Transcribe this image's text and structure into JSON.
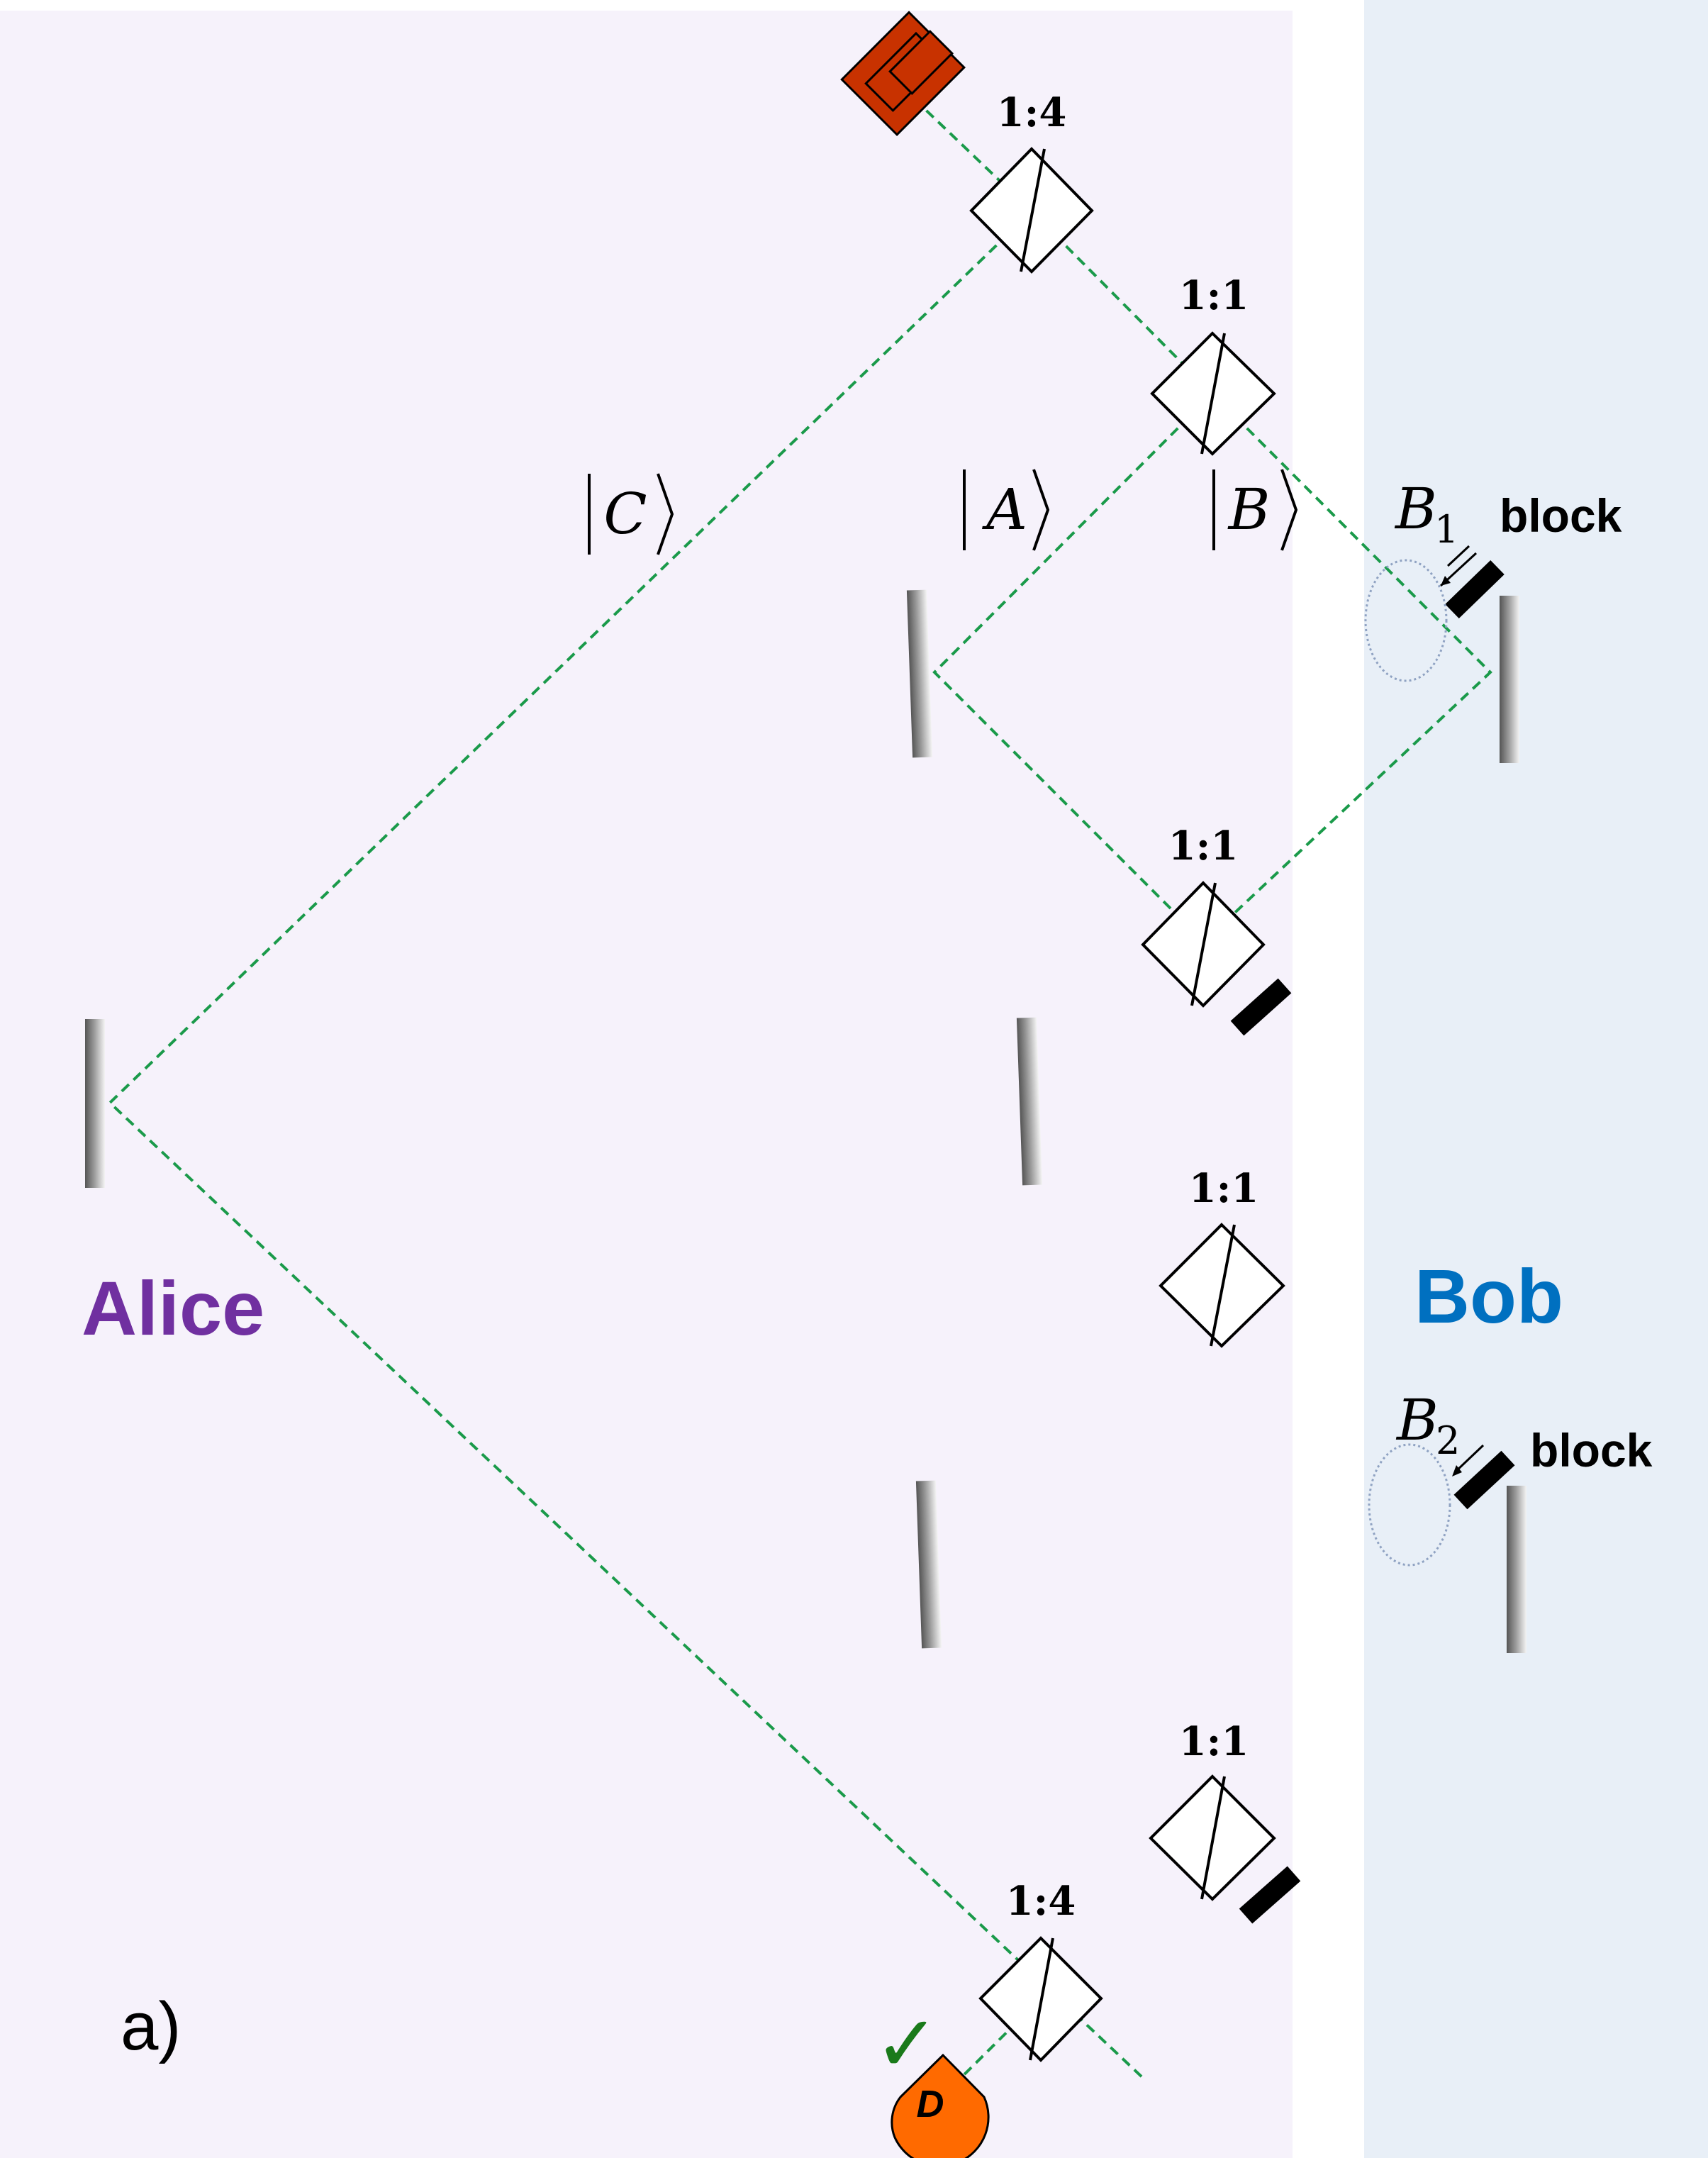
{
  "panel_label": "a)",
  "regions": {
    "alice": {
      "label": "Alice",
      "color": "#7030a0",
      "background": "#f6f2fb"
    },
    "bob": {
      "label": "Bob",
      "color": "#0070c0",
      "background": "#e8eff7"
    }
  },
  "kets": {
    "c": "C",
    "a": "A",
    "b": "B"
  },
  "beam_splitters": {
    "bs1": "1:4",
    "bs2": "1:1",
    "bs3": "1:1",
    "bs4": "1:1",
    "bs5": "1:1",
    "bs6": "1:4"
  },
  "bob_elements": {
    "b1": {
      "symbol": "B",
      "subscript": "1",
      "block_label": "block"
    },
    "b2": {
      "symbol": "B",
      "subscript": "2",
      "block_label": "block"
    }
  },
  "detector": {
    "label": "D",
    "check": "✓",
    "color": "#ff6a00",
    "check_color": "#1a7a1a"
  },
  "source": {
    "color": "#c83200"
  },
  "beam_color": "#1a9a4a"
}
